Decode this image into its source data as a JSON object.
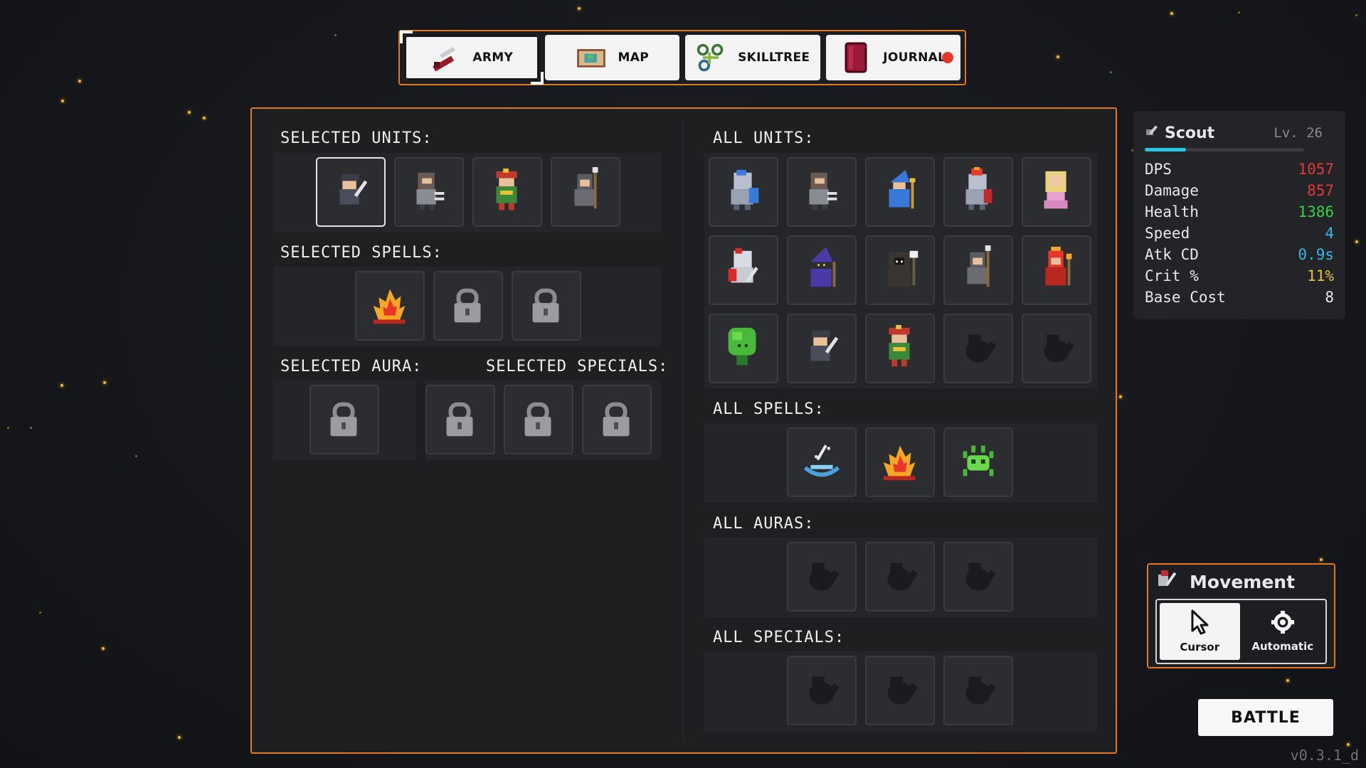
{
  "tabs": [
    {
      "label": "ARMY",
      "icon": "sword-icon",
      "active": true
    },
    {
      "label": "MAP",
      "icon": "map-scroll-icon",
      "active": false
    },
    {
      "label": "SKILLTREE",
      "icon": "skilltree-icon",
      "active": false
    },
    {
      "label": "JOURNAL",
      "icon": "journal-book-icon",
      "active": false,
      "notification": true
    }
  ],
  "left": {
    "selected_units_label": "SELECTED UNITS:",
    "selected_spells_label": "SELECTED SPELLS:",
    "selected_aura_label": "SELECTED AURA:",
    "selected_specials_label": "SELECTED SPECIALS:",
    "selected_units": [
      "scout",
      "thief",
      "ranger",
      "hooded-spearman"
    ],
    "selected_spells": [
      "fire",
      "locked",
      "locked"
    ],
    "selected_aura": [
      "locked"
    ],
    "selected_specials": [
      "locked",
      "locked",
      "locked"
    ]
  },
  "right": {
    "all_units_label": "ALL UNITS:",
    "all_spells_label": "ALL SPELLS:",
    "all_auras_label": "ALL AURAS:",
    "all_specials_label": "ALL SPECIALS:",
    "all_units": [
      "knight",
      "thief",
      "wizard",
      "fire-knight",
      "princess",
      "crusader",
      "dark-wizard",
      "necromancer",
      "hooded-spearman",
      "fire-mage",
      "treant",
      "scout",
      "ranger",
      "unknown",
      "unknown"
    ],
    "all_spells": [
      "water",
      "fire",
      "poison"
    ],
    "all_auras": [
      "unknown",
      "unknown",
      "unknown"
    ],
    "all_specials": [
      "unknown",
      "unknown",
      "unknown"
    ]
  },
  "stats": {
    "name": "Scout",
    "level": "Lv. 26",
    "xp_fraction": 0.26,
    "rows": [
      {
        "label": "DPS",
        "value": "1057",
        "color": "#e03a3a"
      },
      {
        "label": "Damage",
        "value": "857",
        "color": "#e03a3a"
      },
      {
        "label": "Health",
        "value": "1386",
        "color": "#3ad04a"
      },
      {
        "label": "Speed",
        "value": "4",
        "color": "#34b8e8"
      },
      {
        "label": "Atk CD",
        "value": "0.9s",
        "color": "#34b8e8"
      },
      {
        "label": "Crit %",
        "value": "11%",
        "color": "#e8c23a"
      },
      {
        "label": "Base Cost",
        "value": "8",
        "color": "#e8e8e8"
      }
    ]
  },
  "movement": {
    "title": "Movement",
    "options": [
      {
        "label": "Cursor",
        "icon": "cursor-icon",
        "active": true
      },
      {
        "label": "Automatic",
        "icon": "gear-icon",
        "active": false
      }
    ]
  },
  "battle_label": "BATTLE",
  "version": "v0.3.1_d",
  "colors": {
    "accent": "#e07a1f",
    "panel": "#1e1f21",
    "slot": "#2b2d30"
  }
}
